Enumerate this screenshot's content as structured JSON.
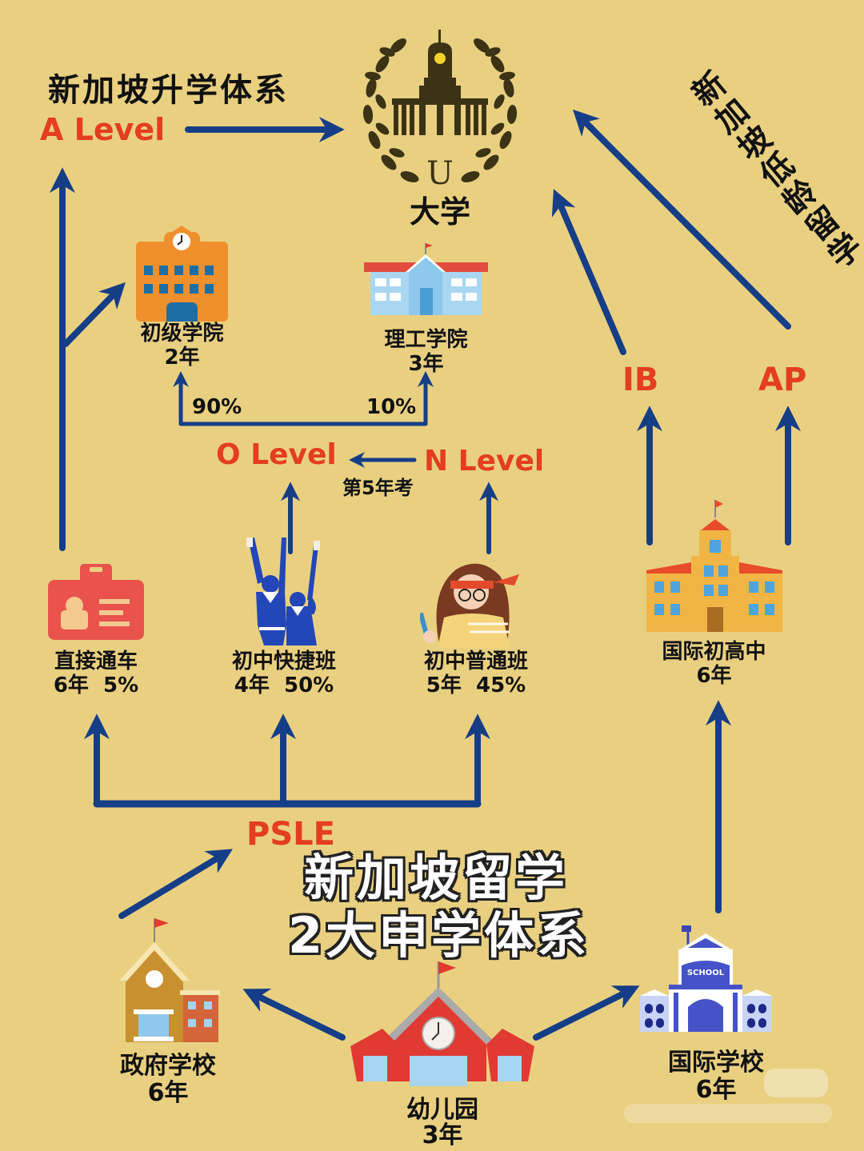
{
  "header": {
    "title": "新加坡升学体系",
    "side_title": "新加坡低龄留学"
  },
  "university": {
    "emblem_letter": "U",
    "label": "大学"
  },
  "exams": {
    "a_level": "A Level",
    "o_level": "O Level",
    "n_level": "N Level",
    "n_to_o_note": "第5年考",
    "ib": "IB",
    "ap": "AP",
    "psle": "PSLE"
  },
  "post_secondary": {
    "junior_college": {
      "name": "初级学院",
      "years": "2年",
      "share": "90%"
    },
    "polytechnic": {
      "name": "理工学院",
      "years": "3年",
      "share": "10%"
    }
  },
  "secondary": [
    {
      "name": "直接通车",
      "years": "6年",
      "share": "5%",
      "icon": "id-card-icon"
    },
    {
      "name": "初中快捷班",
      "years": "4年",
      "share": "50%",
      "icon": "graduating-students-icon"
    },
    {
      "name": "初中普通班",
      "years": "5年",
      "share": "45%",
      "icon": "studying-girl-icon"
    }
  ],
  "international_secondary": {
    "name": "国际初高中",
    "years": "6年"
  },
  "overlay_caption": {
    "line1": "新加坡留学",
    "line2": "2大申学体系"
  },
  "primary": {
    "government": {
      "name": "政府学校",
      "years": "6年"
    },
    "kindergarten": {
      "name": "幼儿园",
      "years": "3年"
    },
    "international": {
      "name": "国际学校",
      "years": "6年",
      "sign": "SCHOOL"
    }
  },
  "colors": {
    "background": "#e9d081",
    "arrow": "#163e86",
    "exam_text": "#e43d1f",
    "emblem": "#3b3314"
  }
}
